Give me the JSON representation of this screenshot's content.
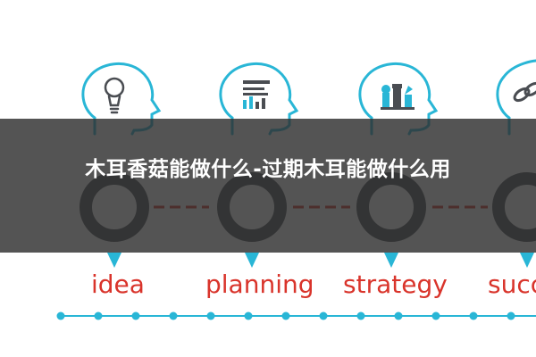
{
  "title": "木耳香菇能做什么-过期木耳能做什么用",
  "steps": [
    {
      "label": "idea",
      "icon": "lightbulb-icon"
    },
    {
      "label": "planning",
      "icon": "document-chart-icon"
    },
    {
      "label": "strategy",
      "icon": "chess-pieces-icon"
    },
    {
      "label": "succ",
      "icon": "chain-link-icon"
    }
  ],
  "colors": {
    "accent": "#29b6d6",
    "dark": "#4a4d52",
    "label": "#d9342b",
    "banner": "#2e2e2e"
  }
}
